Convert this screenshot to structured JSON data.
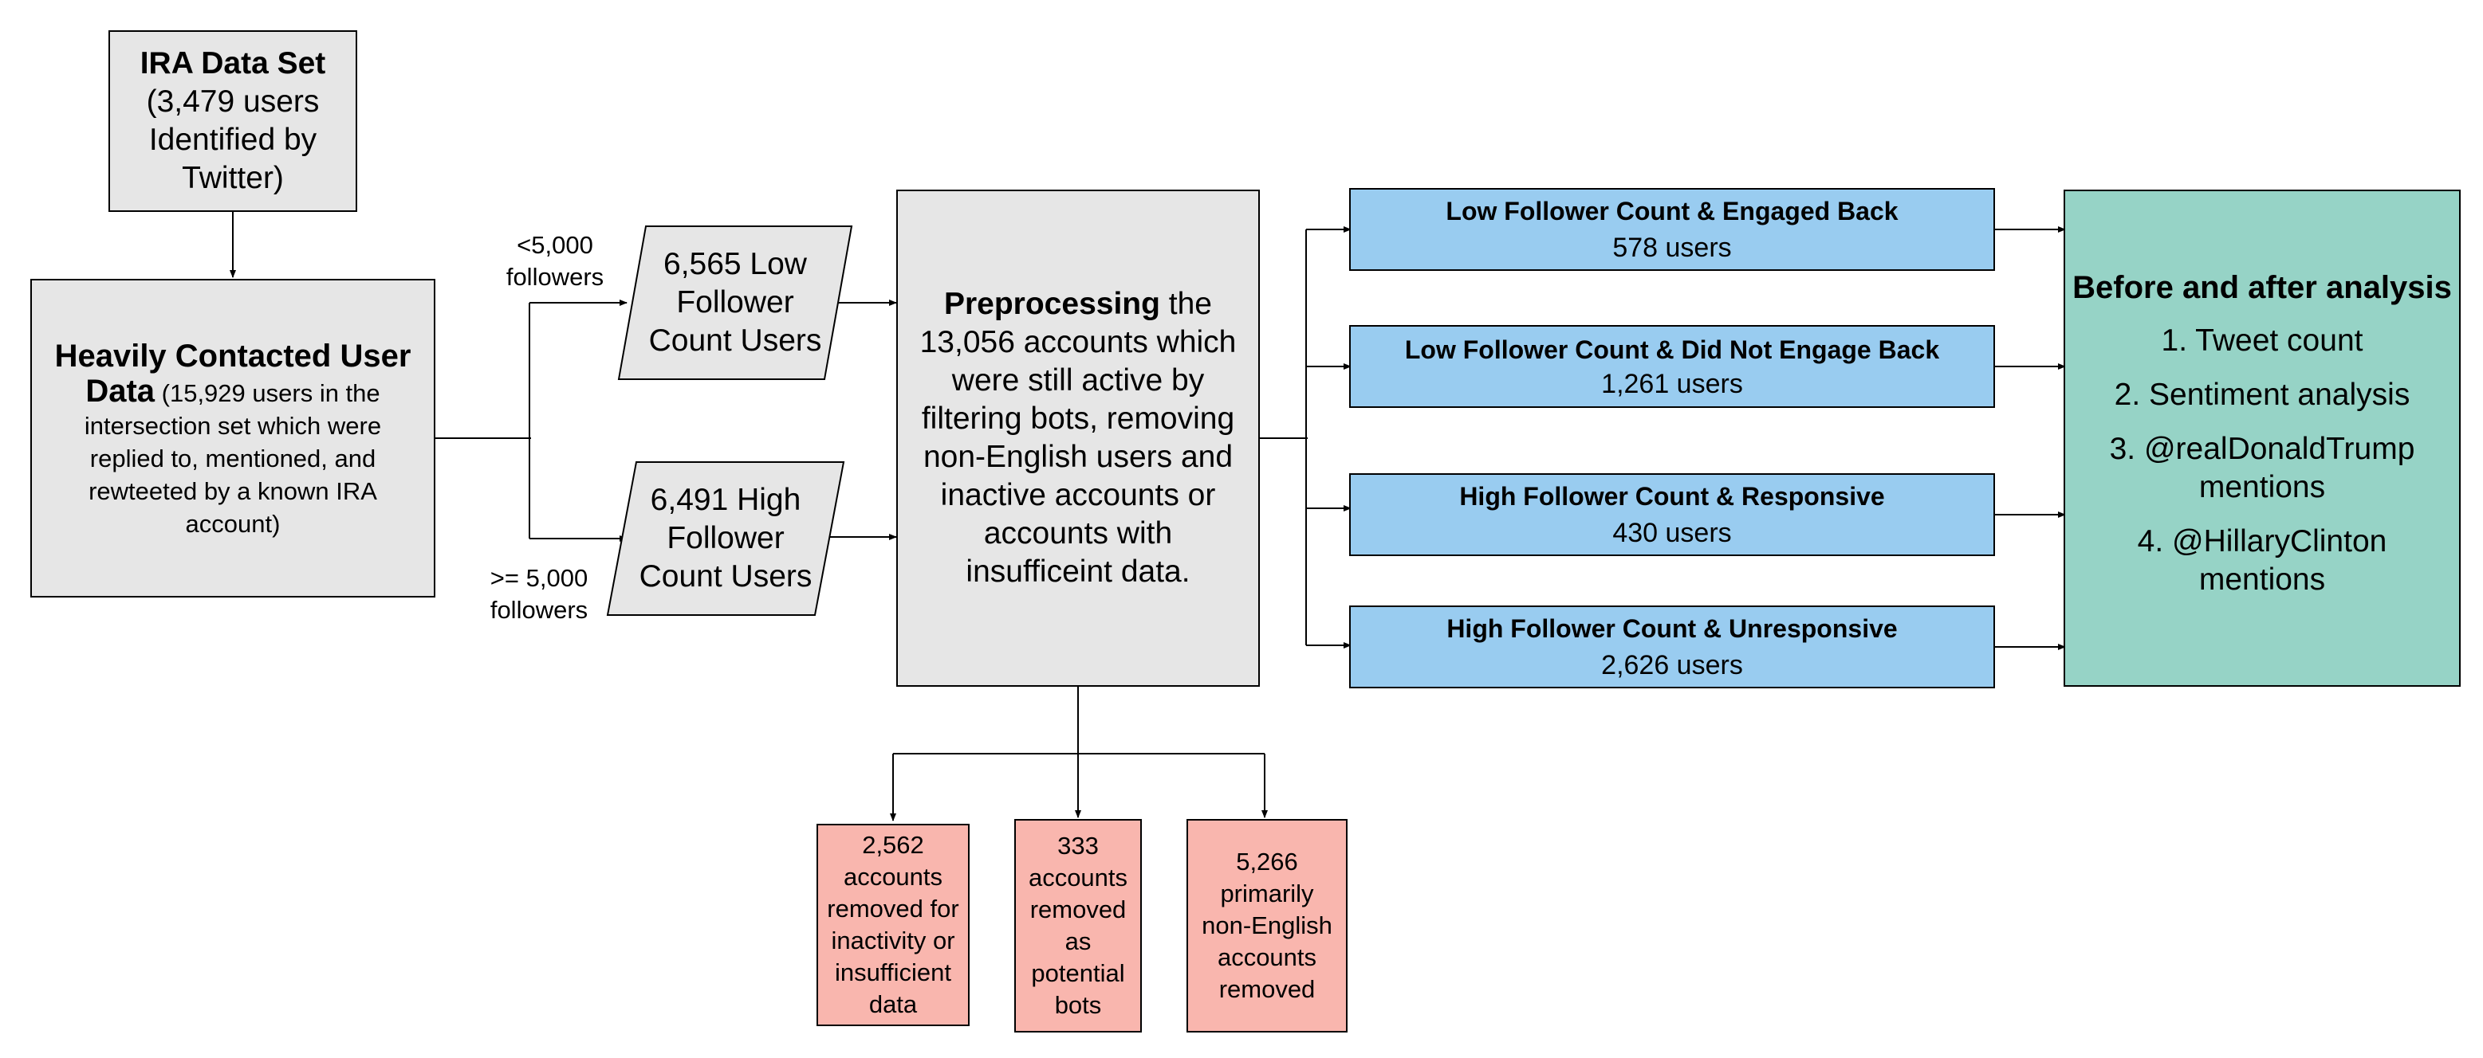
{
  "ira": {
    "title": "IRA Data Set",
    "lines": [
      "(3,479 users",
      "Identified by",
      "Twitter)"
    ]
  },
  "heavy": {
    "title_line1": "Heavily Contacted User",
    "title_word2": "Data",
    "rest_first": " (15,929 users in the",
    "lines": [
      "intersection set which were",
      "replied to, mentioned, and",
      "rewteeted by a known IRA",
      "account)"
    ]
  },
  "branches": {
    "low_label": [
      "<5,000",
      "followers"
    ],
    "high_label": [
      ">= 5,000",
      "followers"
    ]
  },
  "low_users": {
    "lines": [
      "6,565 Low",
      "Follower",
      "Count Users"
    ]
  },
  "high_users": {
    "lines": [
      "6,491 High",
      "Follower",
      "Count Users"
    ]
  },
  "preprocess": {
    "bold": "Preprocessing",
    "first_rest": " the",
    "lines": [
      "13,056 accounts which",
      "were still active by",
      "filtering bots, removing",
      "non-English users and",
      "inactive accounts or",
      "accounts with",
      "insufficeint data."
    ]
  },
  "groups": [
    {
      "title": "Low Follower Count & Engaged Back",
      "count": "578 users"
    },
    {
      "title": "Low Follower Count & Did Not Engage Back",
      "count": "1,261 users"
    },
    {
      "title": "High Follower Count & Responsive",
      "count": "430 users"
    },
    {
      "title": "High Follower Count & Unresponsive",
      "count": "2,626 users"
    }
  ],
  "analysis": {
    "title": "Before and after analysis",
    "items": [
      [
        "1. Tweet count"
      ],
      [
        "2. Sentiment analysis"
      ],
      [
        "3. @realDonaldTrump",
        "mentions"
      ],
      [
        "4. @HillaryClinton",
        "mentions"
      ]
    ]
  },
  "removed": [
    {
      "lines": [
        "2,562",
        "accounts",
        "removed for",
        "inactivity or",
        "insufficient",
        "data"
      ]
    },
    {
      "lines": [
        "333",
        "accounts",
        "removed",
        "as",
        "potential",
        "bots"
      ]
    },
    {
      "lines": [
        "5,266",
        "primarily",
        "non-English",
        "accounts",
        "removed"
      ]
    }
  ],
  "colors": {
    "gray_box": "#e6e6e6",
    "blue_box": "#99ccf0",
    "red_box": "#f9b6ae",
    "teal_box": "#96d3c6"
  }
}
